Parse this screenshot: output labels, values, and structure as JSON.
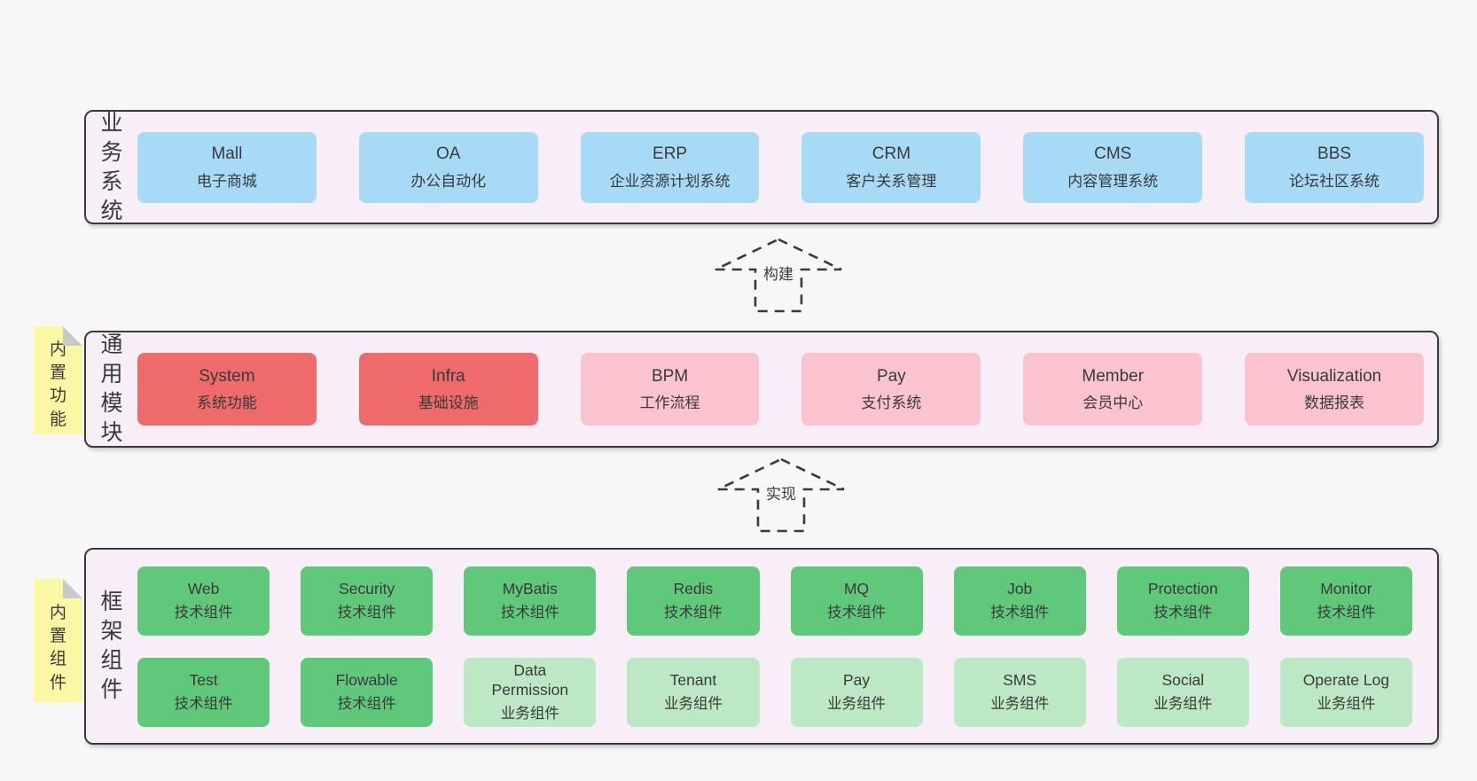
{
  "diagram": {
    "colors": {
      "background": "#f7f7f7",
      "band_fill": "#f8eef7",
      "band_border": "#3a3a3a",
      "blue_box": "#a7daf4",
      "red_box": "#ef6a6a",
      "pink_box": "#fac3cd",
      "green_box": "#60c87b",
      "light_green_box": "#bce8c5",
      "sticky_yellow": "#fbf8a3",
      "sticky_fold": "#c9c9c9",
      "text": "#3a3a3a"
    },
    "arrows": [
      {
        "label": "构建"
      },
      {
        "label": "实现"
      }
    ],
    "bands": [
      {
        "label": "业务系统",
        "boxes": [
          {
            "title": "Mall",
            "subtitle": "电子商城"
          },
          {
            "title": "OA",
            "subtitle": "办公自动化"
          },
          {
            "title": "ERP",
            "subtitle": "企业资源计划系统"
          },
          {
            "title": "CRM",
            "subtitle": "客户关系管理"
          },
          {
            "title": "CMS",
            "subtitle": "内容管理系统"
          },
          {
            "title": "BBS",
            "subtitle": "论坛社区系统"
          }
        ]
      },
      {
        "label": "通用模块",
        "sticky": "内置功能",
        "boxes": [
          {
            "title": "System",
            "subtitle": "系统功能"
          },
          {
            "title": "Infra",
            "subtitle": "基础设施"
          },
          {
            "title": "BPM",
            "subtitle": "工作流程"
          },
          {
            "title": "Pay",
            "subtitle": "支付系统"
          },
          {
            "title": "Member",
            "subtitle": "会员中心"
          },
          {
            "title": "Visualization",
            "subtitle": "数据报表"
          }
        ]
      },
      {
        "label": "框架组件",
        "sticky": "内置组件",
        "row1": [
          {
            "title": "Web",
            "subtitle": "技术组件"
          },
          {
            "title": "Security",
            "subtitle": "技术组件"
          },
          {
            "title": "MyBatis",
            "subtitle": "技术组件"
          },
          {
            "title": "Redis",
            "subtitle": "技术组件"
          },
          {
            "title": "MQ",
            "subtitle": "技术组件"
          },
          {
            "title": "Job",
            "subtitle": "技术组件"
          },
          {
            "title": "Protection",
            "subtitle": "技术组件"
          },
          {
            "title": "Monitor",
            "subtitle": "技术组件"
          }
        ],
        "row2": [
          {
            "title": "Test",
            "subtitle": "技术组件"
          },
          {
            "title": "Flowable",
            "subtitle": "技术组件"
          },
          {
            "title": "Data Permission",
            "subtitle": "业务组件"
          },
          {
            "title": "Tenant",
            "subtitle": "业务组件"
          },
          {
            "title": "Pay",
            "subtitle": "业务组件"
          },
          {
            "title": "SMS",
            "subtitle": "业务组件"
          },
          {
            "title": "Social",
            "subtitle": "业务组件"
          },
          {
            "title": "Operate Log",
            "subtitle": "业务组件"
          }
        ]
      }
    ]
  }
}
